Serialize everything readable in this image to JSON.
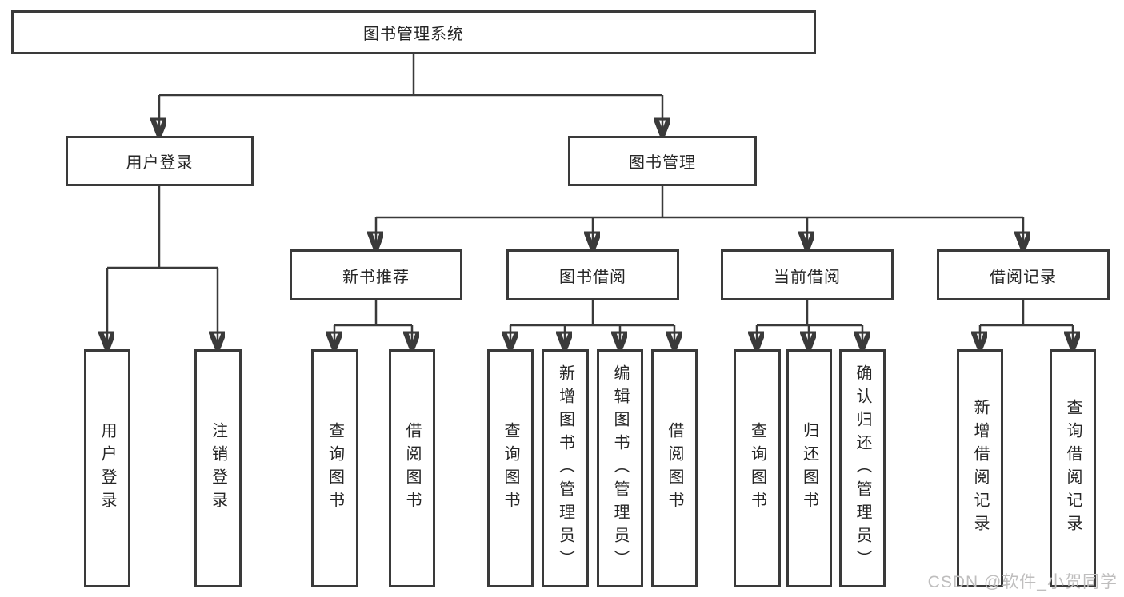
{
  "colors": {
    "line": "#3a3a3a",
    "text": "#262626",
    "background": "#ffffff",
    "watermark_text_color": "#bfbebe"
  },
  "tree": {
    "root": {
      "label": "图书管理系统"
    },
    "branches": [
      {
        "label": "用户登录",
        "children": [
          {
            "label": "用户登录"
          },
          {
            "label": "注销登录"
          }
        ]
      },
      {
        "label": "图书管理",
        "children": [
          {
            "label": "新书推荐",
            "children": [
              {
                "label": "查询图书"
              },
              {
                "label": "借阅图书"
              }
            ]
          },
          {
            "label": "图书借阅",
            "children": [
              {
                "label": "查询图书"
              },
              {
                "label": "新增图书（管理员）"
              },
              {
                "label": "编辑图书（管理员）"
              },
              {
                "label": "借阅图书"
              }
            ]
          },
          {
            "label": "当前借阅",
            "children": [
              {
                "label": "查询图书"
              },
              {
                "label": "归还图书"
              },
              {
                "label": "确认归还（管理员）"
              }
            ]
          },
          {
            "label": "借阅记录",
            "children": [
              {
                "label": "新增借阅记录"
              },
              {
                "label": "查询借阅记录"
              }
            ]
          }
        ]
      }
    ]
  },
  "watermark": "CSDN @软件_小贺同学"
}
